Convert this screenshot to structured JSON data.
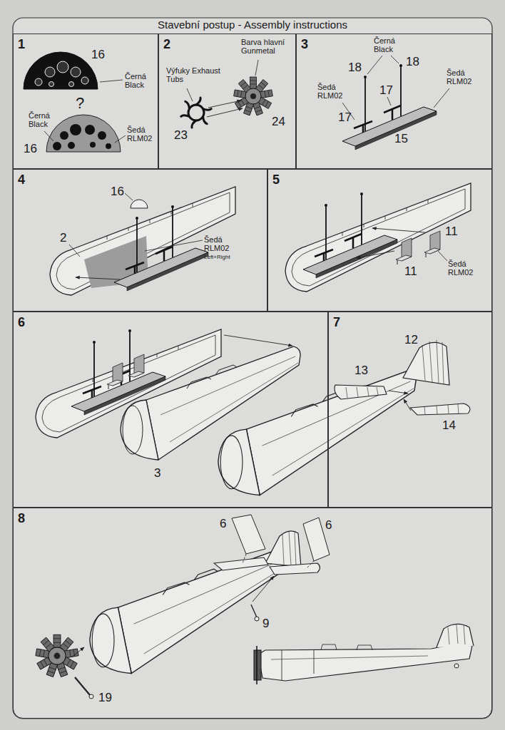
{
  "diagram": {
    "title": "Stavební postup - Assembly instructions",
    "nodes": [
      {
        "text": [
          "1"
        ]
      },
      {
        "text": [
          "2"
        ]
      },
      {
        "text": [
          "3"
        ]
      },
      {
        "text": [
          "4"
        ]
      },
      {
        "text": [
          "5"
        ]
      },
      {
        "text": [
          "6"
        ]
      },
      {
        "text": [
          "7"
        ]
      },
      {
        "text": [
          "8"
        ]
      }
    ],
    "labels": [
      "16",
      "Černá Black",
      "?",
      "Černá Black",
      "Šedá RLM02",
      "16",
      "Výfuky Exhaust Tubs",
      "Barva hlavní Gunmetal",
      "23",
      "24",
      "Černá Black",
      "18",
      "18",
      "Šedá RLM02",
      "17",
      "Šedá RLM02",
      "17",
      "15",
      "16",
      "2",
      "Šedá RLM02",
      "Left+Right",
      "11",
      "11",
      "Šedá RLM02",
      "3",
      "12",
      "13",
      "14",
      "6",
      "6",
      "9",
      "19"
    ]
  }
}
